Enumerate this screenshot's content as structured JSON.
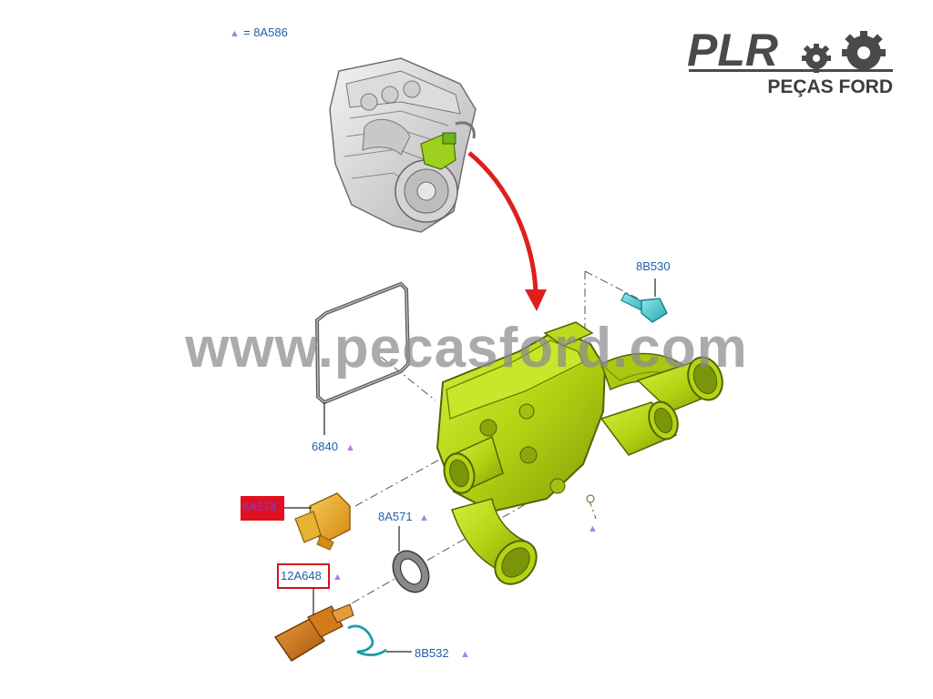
{
  "legend": {
    "marker": "▲",
    "text": "= 8A586"
  },
  "logo": {
    "brand": "PLR",
    "subtitle": "PEÇAS FORD"
  },
  "watermark": "www.pecasford.com",
  "callouts": {
    "bolt": "8B530",
    "gasket": "6840",
    "sensor_highlighted": "8A574",
    "o_ring": "8A571",
    "temp_sensor": "12A648",
    "clip": "8B532"
  },
  "colors": {
    "housing": "#b5d313",
    "sensor_orange": "#e8a41c",
    "sensor_dark": "#c96d14",
    "bolt": "#3ec6cf",
    "arrow": "#e01e1e",
    "callout_text": "#1f5fa8",
    "highlight_fill": "#e0101e",
    "marker": "#b07ee0"
  }
}
